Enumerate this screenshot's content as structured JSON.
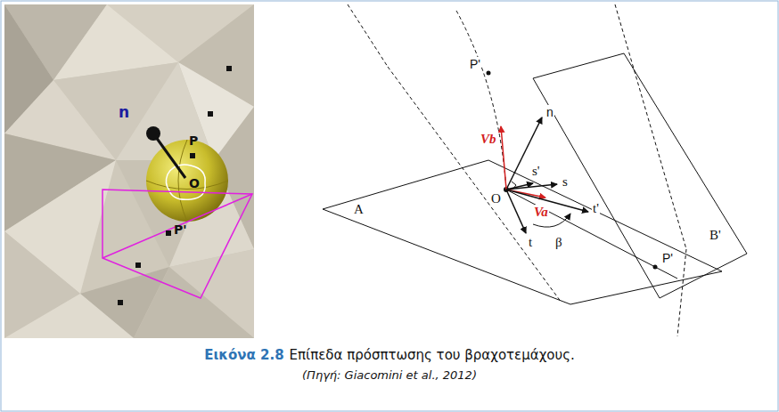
{
  "diagram": {
    "caption": "Επίπεδα πρόσπτωσης του βραχοτεμάχους.",
    "labels": [
      "n",
      "P",
      "O",
      "P'",
      "P'",
      "A",
      "n",
      "Vb",
      "O",
      "s'",
      "s",
      "Va",
      "t'",
      "P'",
      "B'",
      "t",
      "β",
      "Εικόνα 2.8",
      "(Πηγή: Giacomini et al., 2012)"
    ]
  }
}
